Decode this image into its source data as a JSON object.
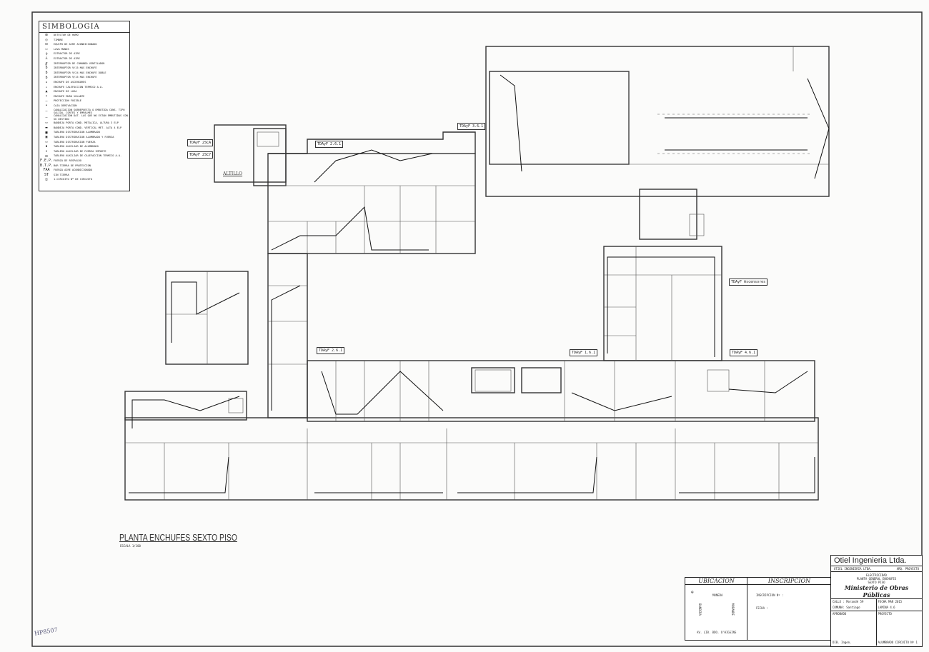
{
  "legend": {
    "title": "SIMBOLOGIA",
    "items": [
      {
        "sym": "⊠",
        "label": "DETECTOR DE HUMO"
      },
      {
        "sym": "◎",
        "label": "TIMBRE"
      },
      {
        "sym": "⊡",
        "label": "EQUIPO DE AIRE ACONDICIONADO"
      },
      {
        "sym": "▭",
        "label": "LAVA MANOS"
      },
      {
        "sym": "♀",
        "label": "EXTRACTOR DE AIRE"
      },
      {
        "sym": "⅄",
        "label": "EXTRACTOR DE AIRE"
      },
      {
        "sym": "ℊ",
        "label": "INTERRUPTOR DE COMANDO VENTILADOR"
      },
      {
        "sym": "ɓ",
        "label": "INTERRUPTOR 9/15 MAS ENCHUFE"
      },
      {
        "sym": "ɓ",
        "label": "INTERRUPTOR 9/24 MAS ENCHUFE DOBLE"
      },
      {
        "sym": "ɓ",
        "label": "INTERRUPTOR 9/15 MAS ENCHUFE"
      },
      {
        "sym": "▴",
        "label": "ENCHUFE DE ASCENSORES"
      },
      {
        "sym": "▵",
        "label": "ENCHUFE CALEFACCION TERMICO A.A."
      },
      {
        "sym": "▲",
        "label": "ENCHUFE DE LOSA"
      },
      {
        "sym": "•",
        "label": "ENCHUFE MURO VOLANTE"
      },
      {
        "sym": "—",
        "label": "PROTECCION FUSIBLE"
      },
      {
        "sym": "•",
        "label": "CAJA DERIVACION"
      },
      {
        "sym": "—",
        "label": "CANALIZACION SOBREPUESTA O EMBUTIDA CONS. TIPO SALIDA, CORTES Y EMPALMES"
      },
      {
        "sym": "—",
        "label": "CANALIZACION DAT. LAS QUE NO ESTAN EMBUTIDAS CON SU DESTINO"
      },
      {
        "sym": "▭",
        "label": "BANDEJA PORTA COND. METALICA, ALTURA 3 ELP"
      },
      {
        "sym": "▬",
        "label": "BANDEJA PORTA COND. VERTICAL MET. ALTA 4 ELP"
      },
      {
        "sym": "■",
        "label": "TABLERO DISTRIBUCION ALUMBRADO"
      },
      {
        "sym": "▣",
        "label": "TABLERO DISTRIBUCION ALUMBRADO Y FUERZA"
      },
      {
        "sym": "▭",
        "label": "TABLERO DISTRIBUCION FUERZA"
      },
      {
        "sym": "▪",
        "label": "TABLERO AUXILIAR DE ALUMBRADO"
      },
      {
        "sym": "▫",
        "label": "TABLERO AUXILIAR DE FUERZA IMPORTE"
      },
      {
        "sym": "⊟",
        "label": "TABLERO AUXILIAR DE CALEFACCION TERMICO A.A."
      },
      {
        "sym": "F.E.P.",
        "label": "FUERZA DE RESPALDO"
      },
      {
        "sym": "B.T.P.",
        "label": "BAR TIERRA DE PROTECCION"
      },
      {
        "sym": "FAA",
        "label": "FUERZA AIRE ACONDICIONADO"
      },
      {
        "sym": "ST",
        "label": "SIN TIERRA"
      },
      {
        "sym": "①",
        "label": "1-CIRCUITO Nº DE CIRCUITO"
      }
    ]
  },
  "panels": [
    "TDAyF 2SCA",
    "TDAyF 2SC7",
    "TDAyF 2.6.1",
    "TDAyF 3.6.1",
    "TDAyF 2.6.1",
    "TDAyF 1.6.1",
    "TDAyF Ascensores",
    "TDAyF 4.6.1"
  ],
  "annex_label": "ALTILLO",
  "drawing_title": "PLANTA ENCHUFES SEXTO PISO",
  "drawing_scale": "ESCALA 1/100",
  "ubicacion": {
    "header": "UBICACION",
    "north": "N",
    "street_top": "MONEDA",
    "street_left": "BANDERA",
    "street_right": "MORANDE",
    "street_bottom": "AV. LIB. BDO. O'HIGGINS"
  },
  "inscripcion": {
    "header": "INSCRIPCION",
    "line1": "INSCRIPCION Nº :",
    "line2": "FECHA :"
  },
  "title_block": {
    "company": "Otiel Ingenieria Ltda.",
    "subtitle_left": "OTIEL INGENIERIA LTDA.",
    "subtitle_right": "ARQ. PROYECTO",
    "specialty": "ELECTRICIDAD",
    "sheet_line1": "PLANTA GENERAL ENCHUFES",
    "sheet_line2": "SEXTO PISO",
    "client": "Ministerio de Obras Públicas",
    "address": "CALLE : Morandé 59",
    "commune": "COMUNA: Santiago",
    "approved": "APROBADO",
    "project": "PROYECTO",
    "date": "FECHA MAR 2015",
    "sheet": "LAMINA 4.6",
    "drawn": "DIB. Ingen.",
    "notes": "ALUMBRADO CIRCUITO Nº 1"
  },
  "stamp": "HP8507"
}
